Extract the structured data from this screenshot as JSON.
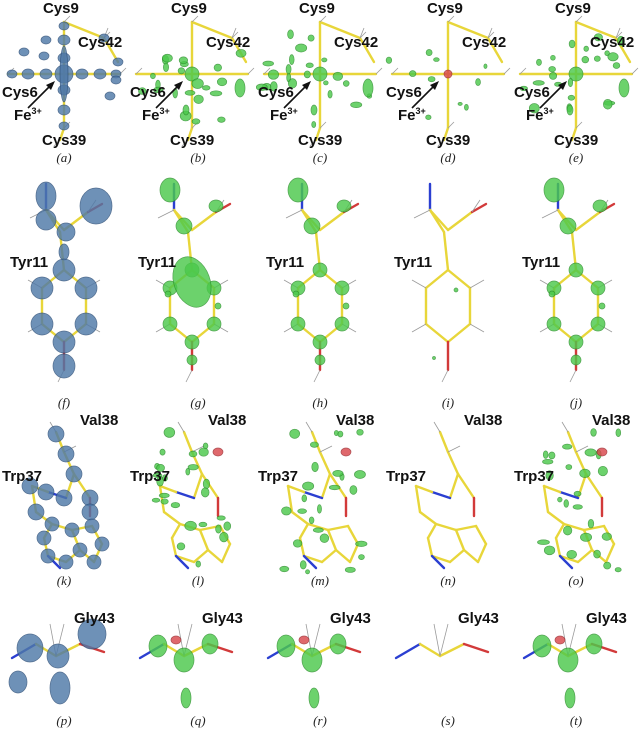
{
  "rows": [
    {
      "name": "cys-row",
      "labels": [
        "Cys9",
        "Cys42",
        "Cys6",
        "Fe",
        "Cys39"
      ],
      "panels": [
        {
          "caption": "(a)",
          "style": "blue"
        },
        {
          "caption": "(b)",
          "style": "green"
        },
        {
          "caption": "(c)",
          "style": "green"
        },
        {
          "caption": "(d)",
          "style": "sparse"
        },
        {
          "caption": "(e)",
          "style": "green"
        }
      ]
    },
    {
      "name": "tyr-row",
      "labels": [
        "Tyr11"
      ],
      "panels": [
        {
          "caption": "(f)",
          "style": "blue"
        },
        {
          "caption": "(g)",
          "style": "green"
        },
        {
          "caption": "(h)",
          "style": "green"
        },
        {
          "caption": "(i)",
          "style": "sparse"
        },
        {
          "caption": "(j)",
          "style": "green"
        }
      ]
    },
    {
      "name": "trp-row",
      "labels": [
        "Val38",
        "Trp37"
      ],
      "panels": [
        {
          "caption": "(k)",
          "style": "blue"
        },
        {
          "caption": "(l)",
          "style": "green"
        },
        {
          "caption": "(m)",
          "style": "green"
        },
        {
          "caption": "(n)",
          "style": "sparse"
        },
        {
          "caption": "(o)",
          "style": "green"
        }
      ]
    },
    {
      "name": "gly-row",
      "labels": [
        "Gly43"
      ],
      "panels": [
        {
          "caption": "(p)",
          "style": "blue"
        },
        {
          "caption": "(q)",
          "style": "green"
        },
        {
          "caption": "(r)",
          "style": "green"
        },
        {
          "caption": "(s)",
          "style": "sparse"
        },
        {
          "caption": "(t)",
          "style": "green"
        }
      ]
    }
  ],
  "fe_base": "Fe",
  "fe_charge": "3+",
  "colors": {
    "bond": "#e8d63a",
    "bond_dark": "#b8a21a",
    "blue_density": "#4f79a8",
    "blue_edge": "#2d4f78",
    "green_density": "#4cc94c",
    "green_edge": "#2b8f2b",
    "negative_density": "#d9474d",
    "nitrogen": "#2b3fd1",
    "oxygen": "#d23a3a"
  }
}
